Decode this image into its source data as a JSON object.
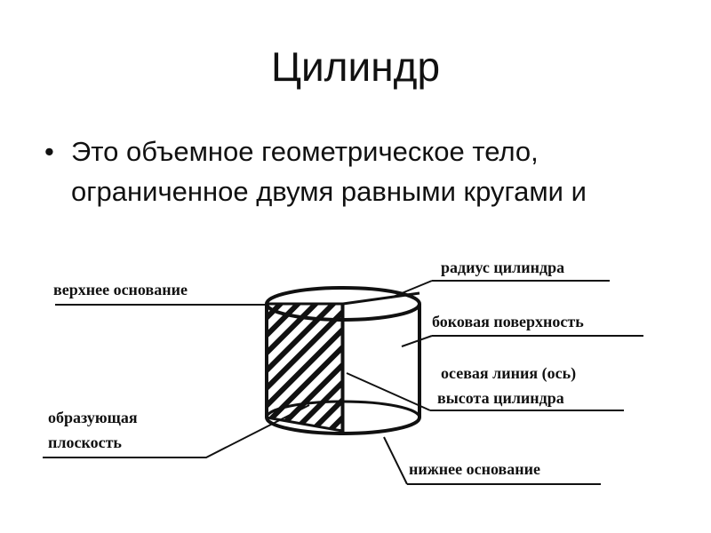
{
  "slide": {
    "title": "Цилиндр",
    "bullet_marker": "•",
    "bullet_text": "Это объемное геометрическое тело, ограниченное двумя равными кругами и"
  },
  "diagram": {
    "labels": {
      "top_base": "верхнее основание",
      "radius": "радиус цилиндра",
      "lateral_surface": "боковая поверхность",
      "axis": "осевая линия (ось)",
      "height": "высота цилиндра",
      "generatrix_line1": "образующая",
      "generatrix_line2": "плоскость",
      "bottom_base": "нижнее основание"
    }
  }
}
